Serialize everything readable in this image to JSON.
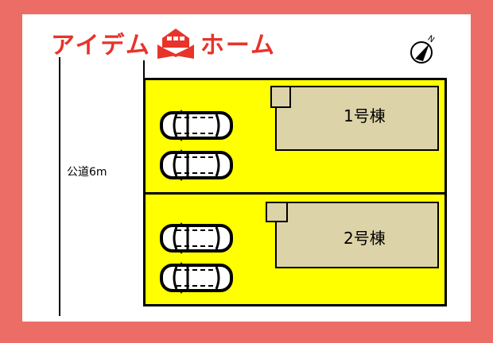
{
  "logo": {
    "text_left": "アイデム",
    "text_right": "ホーム",
    "color": "#e8332a"
  },
  "road": {
    "label": "公道6m"
  },
  "compass": {
    "icon": "north-arrow-icon",
    "letter": "N"
  },
  "lots": [
    {
      "label": "1号棟",
      "parking_spaces": 2
    },
    {
      "label": "2号棟",
      "parking_spaces": 2
    }
  ],
  "colors": {
    "frame": "#ec6c66",
    "lot": "#ffff00",
    "building": "#ddd3a8"
  }
}
